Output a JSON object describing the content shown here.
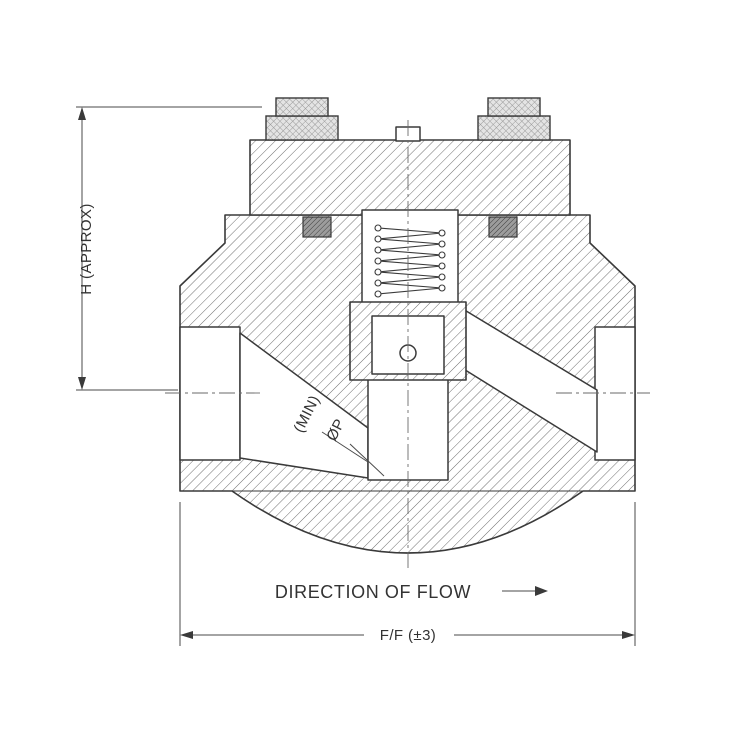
{
  "diagram": {
    "labels": {
      "height_dimension": "H (APPROX)",
      "bore_min": "(MIN)",
      "bore_diameter": "ØP",
      "flow_direction": "DIRECTION OF FLOW",
      "face_to_face_dimension": "F/F (±3)"
    },
    "colors": {
      "line": "#3a3a3a",
      "hatch": "#6f6f6f",
      "text": "#333333",
      "background": "#ffffff"
    }
  }
}
